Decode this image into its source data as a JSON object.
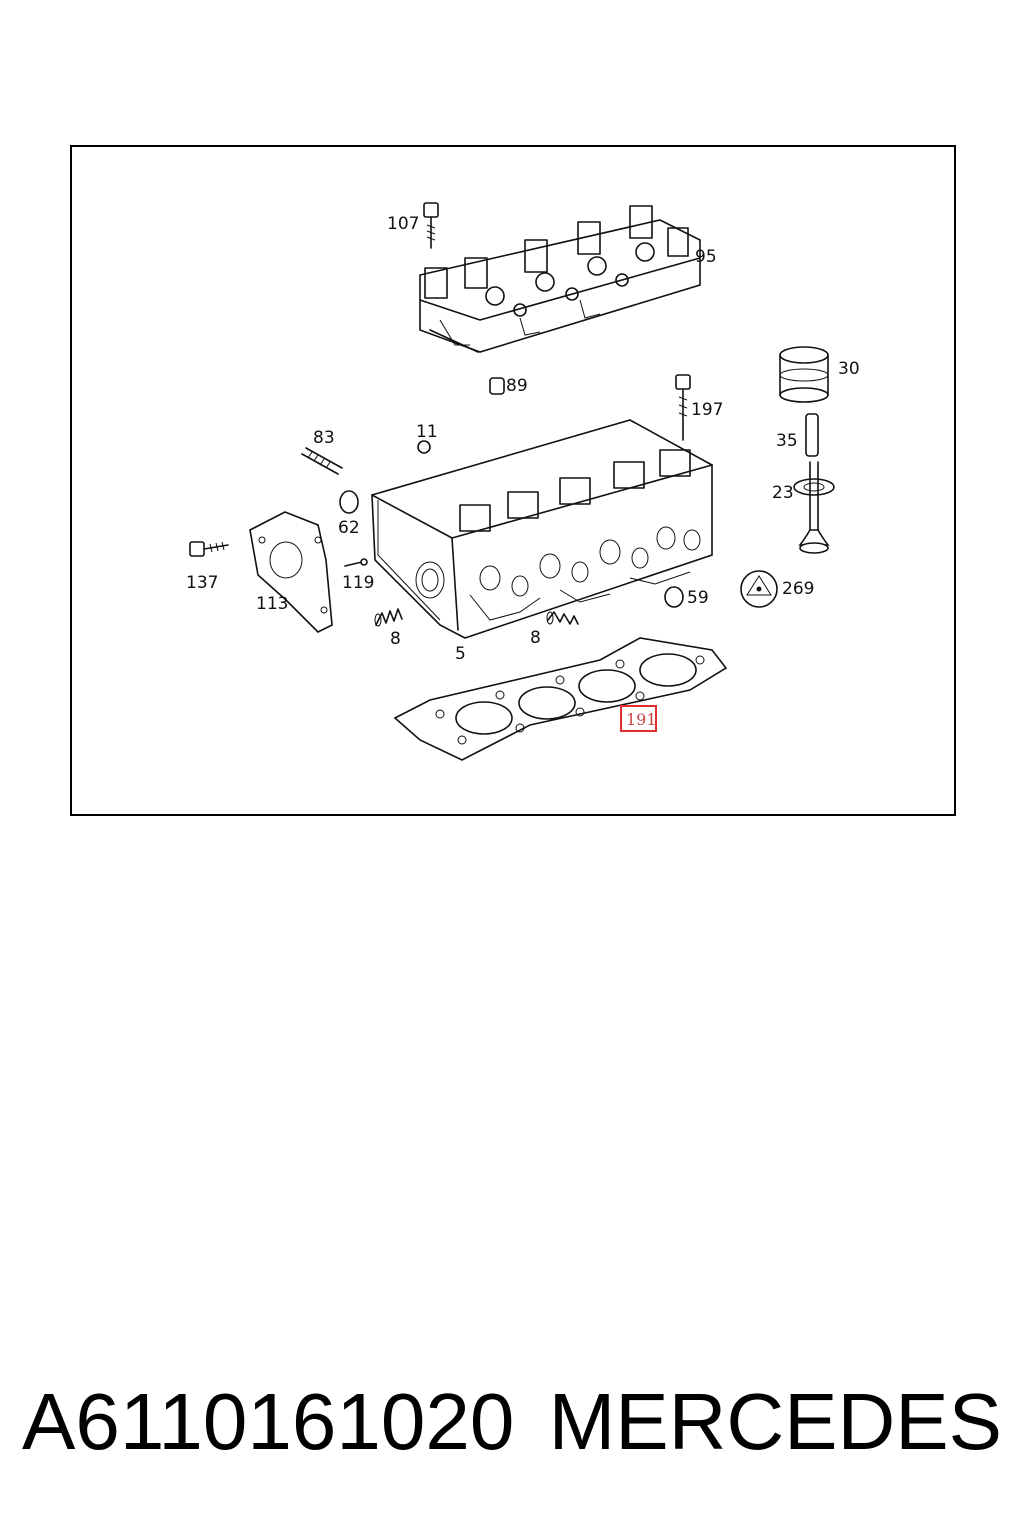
{
  "diagram": {
    "callouts": {
      "c107": "107",
      "c95": "95",
      "c89": "89",
      "c30": "30",
      "c197": "197",
      "c83": "83",
      "c11": "11",
      "c35": "35",
      "c23": "23",
      "c62": "62",
      "c137": "137",
      "c119": "119",
      "c113": "113",
      "c269": "269",
      "c59": "59",
      "c8a": "8",
      "c5": "5",
      "c8b": "8",
      "c191": "191"
    },
    "highlighted_callout": "191",
    "highlight_color": "#e03030"
  },
  "caption": {
    "part_number": "A6110161020",
    "brand": "MERCEDES"
  }
}
